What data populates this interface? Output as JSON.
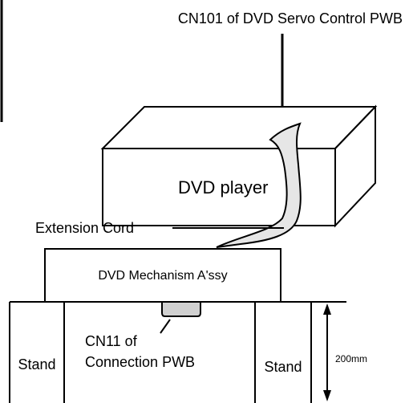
{
  "labels": {
    "cn101": "CN101 of DVD Servo Control PWB",
    "dvd_player": "DVD player",
    "extension_cord": "Extension Cord",
    "mechanism": "DVD Mechanism A'ssy",
    "cn11_line1": "CN11 of",
    "cn11_line2": "Connection PWB",
    "stand_left": "Stand",
    "stand_right": "Stand",
    "dimension": "200mm"
  },
  "colors": {
    "line": "#000000",
    "fill": "#ffffff",
    "cable": "#e6e6e6"
  }
}
